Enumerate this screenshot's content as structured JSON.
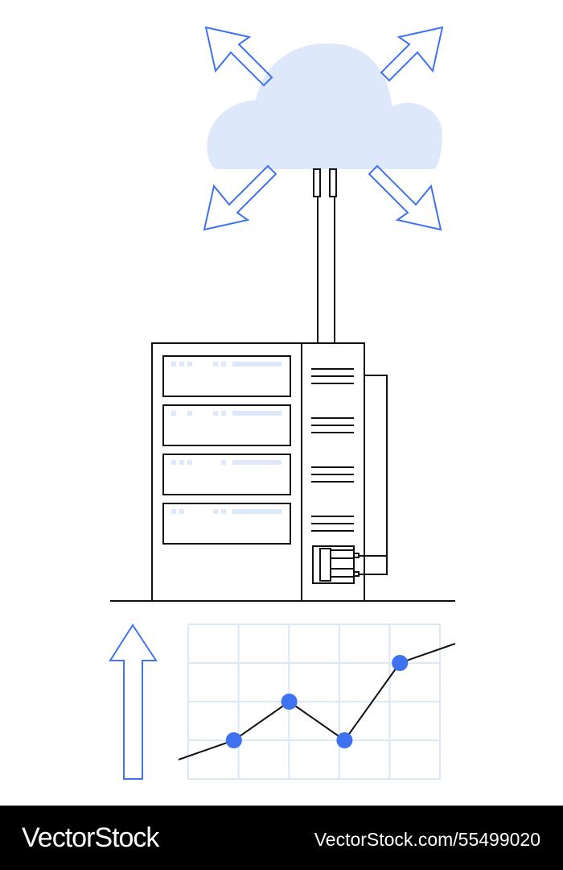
{
  "palette": {
    "outline": "#111111",
    "accent_blue": "#3f72f0",
    "cloud_fill": "#dde8fb",
    "grid": "#dbe6f8",
    "slot_marks": "#dde8fb",
    "footer_bg": "#000000",
    "footer_text": "#ffffff"
  },
  "illustration": {
    "icons": [
      "cloud-icon",
      "expand-arrow-icon",
      "server-rack-icon",
      "growth-arrow-icon",
      "line-chart-icon"
    ]
  },
  "chart_data": {
    "type": "line",
    "title": "",
    "xlabel": "",
    "ylabel": "",
    "grid": true,
    "x": [
      0,
      1,
      2,
      3,
      4,
      5
    ],
    "values": [
      0.5,
      1.0,
      2.0,
      1.0,
      3.0,
      3.5
    ],
    "markers": [
      false,
      true,
      true,
      true,
      true,
      false
    ],
    "xlim": [
      0,
      5
    ],
    "ylim": [
      0,
      4
    ]
  },
  "footer": {
    "brand": "VectorStock",
    "image_id": "VectorStock.com/55499020"
  }
}
